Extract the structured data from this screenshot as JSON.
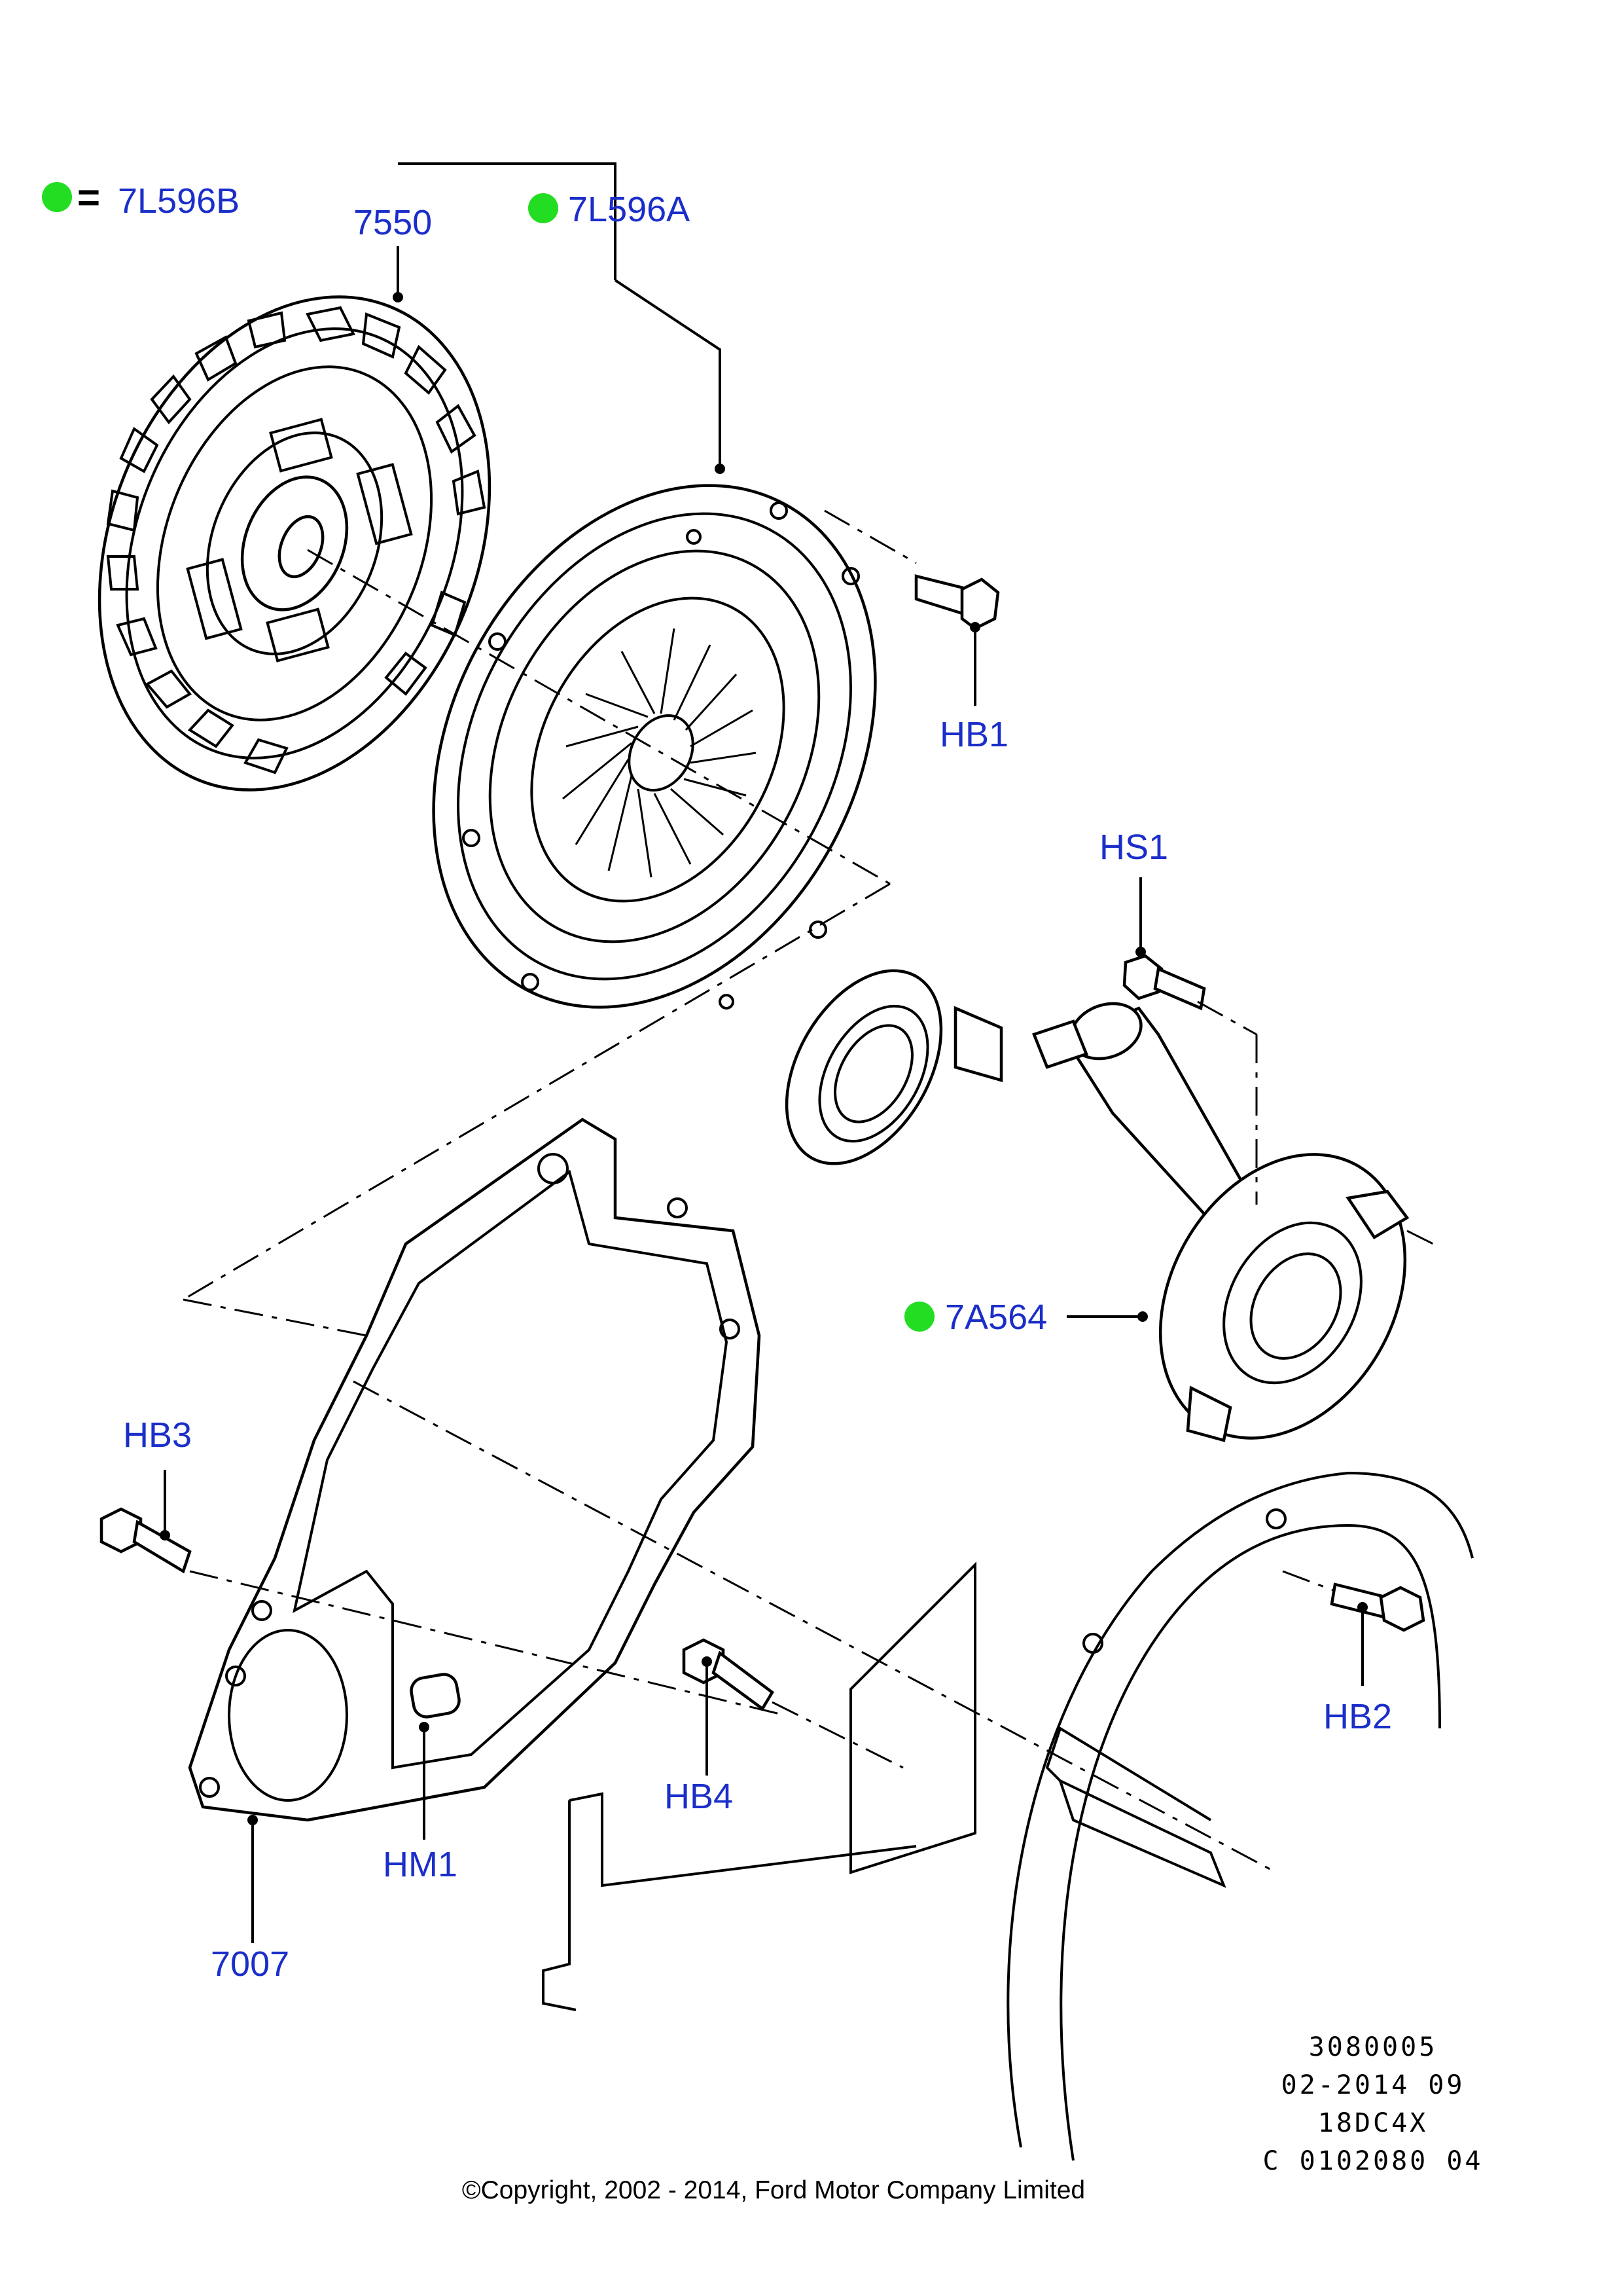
{
  "legend": {
    "marker_color": "#22dd22",
    "equals": "=",
    "code": "7L596B"
  },
  "labels": {
    "disc": "7550",
    "pressure_plate": "7L596A",
    "hb1": "HB1",
    "hs1": "HS1",
    "slave_cylinder": "7A564",
    "hb3": "HB3",
    "hb2": "HB2",
    "hb4": "HB4",
    "hm1": "HM1",
    "plate": "7007"
  },
  "reference": [
    "3080005",
    "02-2014 09",
    "18DC4X",
    "C 0102080 04"
  ],
  "copyright": "©Copyright, 2002 - 2014, Ford Motor Company Limited",
  "colors": {
    "label": "#1b2ec9",
    "marker": "#22dd22",
    "line": "#000000"
  }
}
